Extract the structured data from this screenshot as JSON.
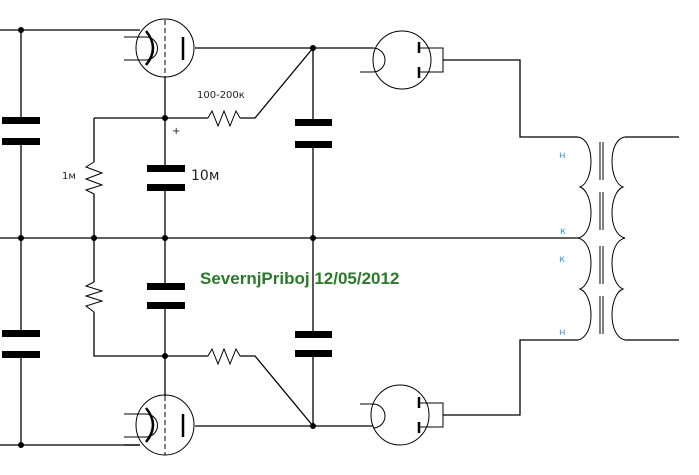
{
  "diagram": {
    "title_text": "SevernjPriboj 12/05/2012",
    "title_color": "#2a7a2a",
    "labels": {
      "resistor_top": "100-200к",
      "resistor_1m": "1м",
      "capacitor_10m": "10м",
      "plus_sign": "+"
    },
    "transformer_labels": {
      "top_start": "н",
      "top_end": "к",
      "bottom_start": "к",
      "bottom_end": "н",
      "color": "#3a9ad9"
    }
  }
}
